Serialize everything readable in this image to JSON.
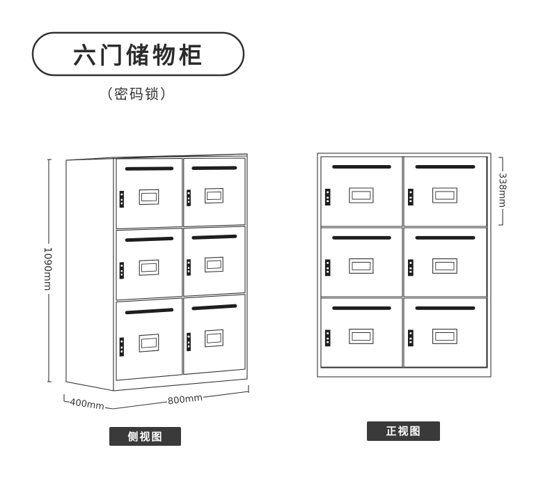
{
  "title": "六门储物柜",
  "subtitle": "（密码锁）",
  "side_view": {
    "label": "侧视图",
    "height": "1090mm",
    "depth": "400mm",
    "width": "800mm"
  },
  "front_view": {
    "label": "正视图",
    "door_height": "338mm"
  },
  "colors": {
    "ink": "#333333",
    "slot_and_keypad": "#1e1e1e",
    "badge_background": "#3a3a3a",
    "badge_text": "#ffffff"
  }
}
